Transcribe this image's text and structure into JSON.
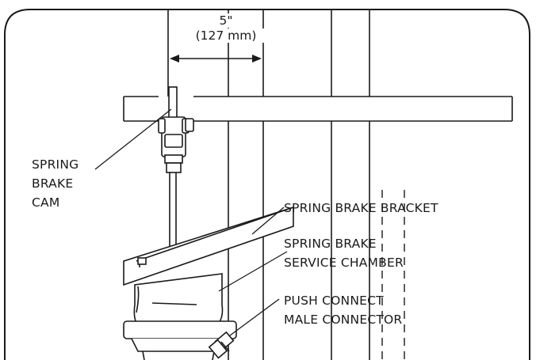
{
  "dimension": {
    "imperial": "5\"",
    "metric": "(127 mm)"
  },
  "labels": {
    "spring_brake_cam": [
      "SPRING",
      "BRAKE",
      "CAM"
    ],
    "spring_brake_bracket": "SPRING BRAKE BRACKET",
    "spring_brake_service_chamber": [
      "SPRING BRAKE",
      "SERVICE CHAMBER"
    ],
    "push_connect_male_connector": [
      "PUSH CONNECT",
      "MALE CONNECTOR"
    ]
  },
  "colors": {
    "line": "#1a1a1a",
    "background": "#ffffff"
  }
}
